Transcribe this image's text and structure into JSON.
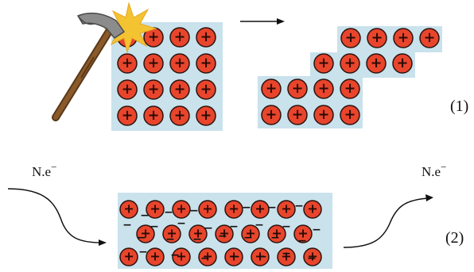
{
  "diagram": {
    "labels": {
      "step_1": "(1)",
      "step_2": "(2)",
      "electrons_in": "N.e",
      "electrons_out": "N.e",
      "electron_sup": "−"
    },
    "top_left_lattice": {
      "rows": 4,
      "cols": 4
    },
    "top_right_lattice": {
      "row_widths": [
        4,
        4,
        4,
        4
      ]
    },
    "bottom_lattice": {
      "rows": 3,
      "per_row": [
        8,
        7,
        8
      ]
    },
    "ion_symbol": "+",
    "electron_symbol": "−",
    "colors": {
      "lattice_bg": "#c9e2ec",
      "ion_fill": "#e8452c",
      "ion_stroke": "#2a1410",
      "hammer_handle": "#8a5a2b",
      "hammer_head": "#8c8c8c",
      "spark": "#f4c331"
    }
  }
}
